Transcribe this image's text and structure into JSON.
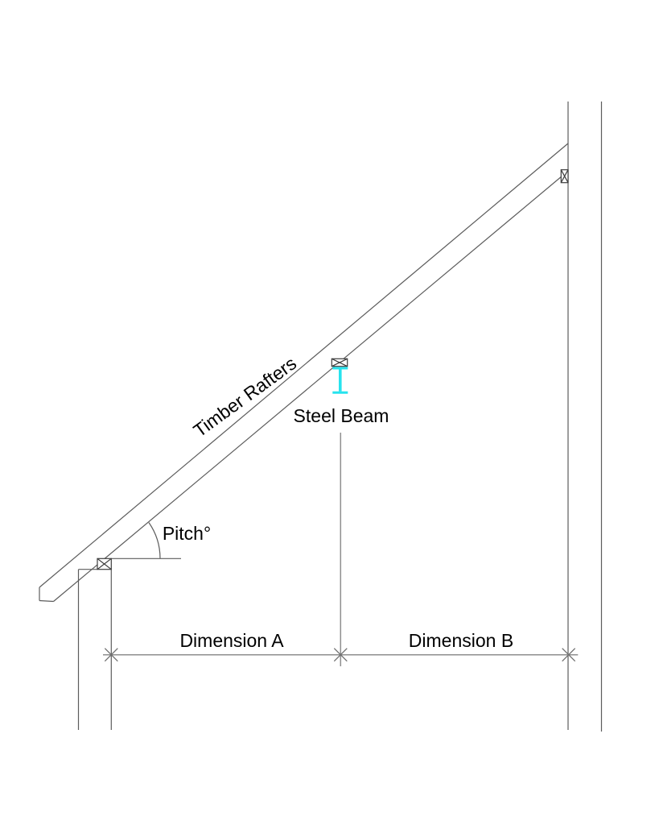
{
  "drawing": {
    "type": "roof-section-detail",
    "labels": {
      "timber_rafters": "Timber Rafters",
      "steel_beam": "Steel Beam",
      "pitch": "Pitch°",
      "dimension_a": "Dimension A",
      "dimension_b": "Dimension B"
    },
    "colors": {
      "background": "#ffffff",
      "structure_line": "#5c5c5c",
      "plate_outline": "#3c3c3c",
      "dimension_line": "#8f8f8f",
      "tick": "#6e6e6e",
      "steel_beam_accent": "#27e3ee",
      "text": "#000000"
    }
  }
}
